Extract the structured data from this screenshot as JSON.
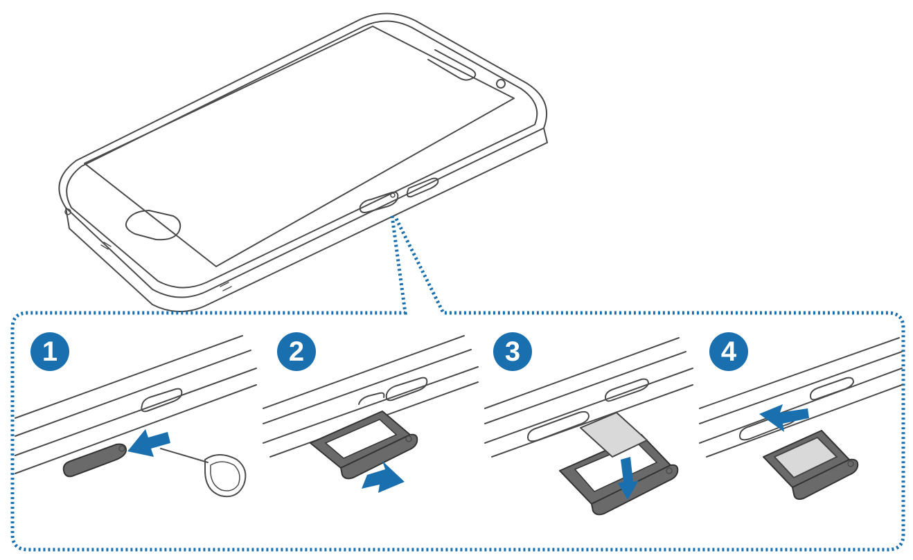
{
  "steps": [
    {
      "label": "1"
    },
    {
      "label": "2"
    },
    {
      "label": "3"
    },
    {
      "label": "4"
    }
  ],
  "colors": {
    "accent": "#1a6fae",
    "line": "#4a4a4a",
    "tray": "#6a6a6a",
    "card": "#d9d9d9"
  },
  "icons": [
    "phone-illustration",
    "ejection-pin-icon",
    "sim-tray-icon",
    "sim-card-icon",
    "arrow-icon"
  ]
}
